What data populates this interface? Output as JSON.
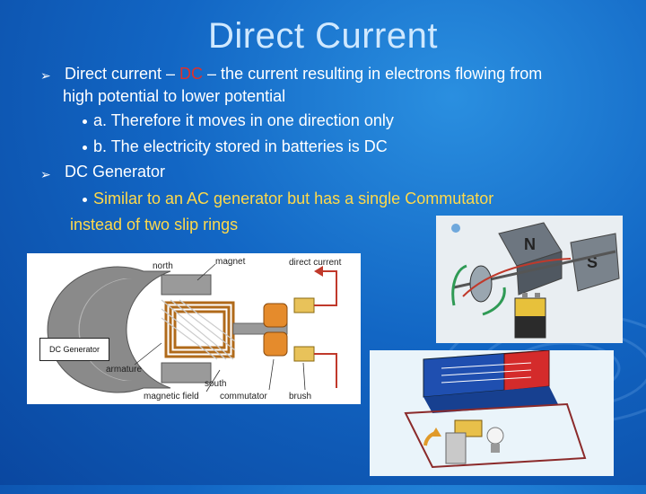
{
  "slide": {
    "title": "Direct Current",
    "bullets": [
      {
        "prefix": "Direct current – ",
        "highlight": "DC",
        "suffix": " – the current resulting in electrons flowing from",
        "line2": "high potential to lower potential",
        "subs": [
          "a. Therefore it moves in one direction only",
          "b. The electricity stored in batteries is DC"
        ]
      },
      {
        "text": "DC Generator",
        "sub_line1": "Similar to an AC generator but has a single Commutator",
        "sub_line2": "instead of two slip rings"
      }
    ]
  },
  "figure1": {
    "labels": {
      "north": "north",
      "magnet": "magnet",
      "direct_current": "direct current",
      "armature": "armature",
      "south": "south",
      "magnetic_field": "magnetic field",
      "commutator": "commutator",
      "brush": "brush"
    },
    "caption": "DC Generator"
  },
  "figure2": {
    "n": "N",
    "s": "S"
  },
  "colors": {
    "background": "#1266c4",
    "title": "#cfe8ff",
    "bullet_text": "#ffffff",
    "sub_text": "#ffd94a",
    "highlight": "#e0302a"
  }
}
